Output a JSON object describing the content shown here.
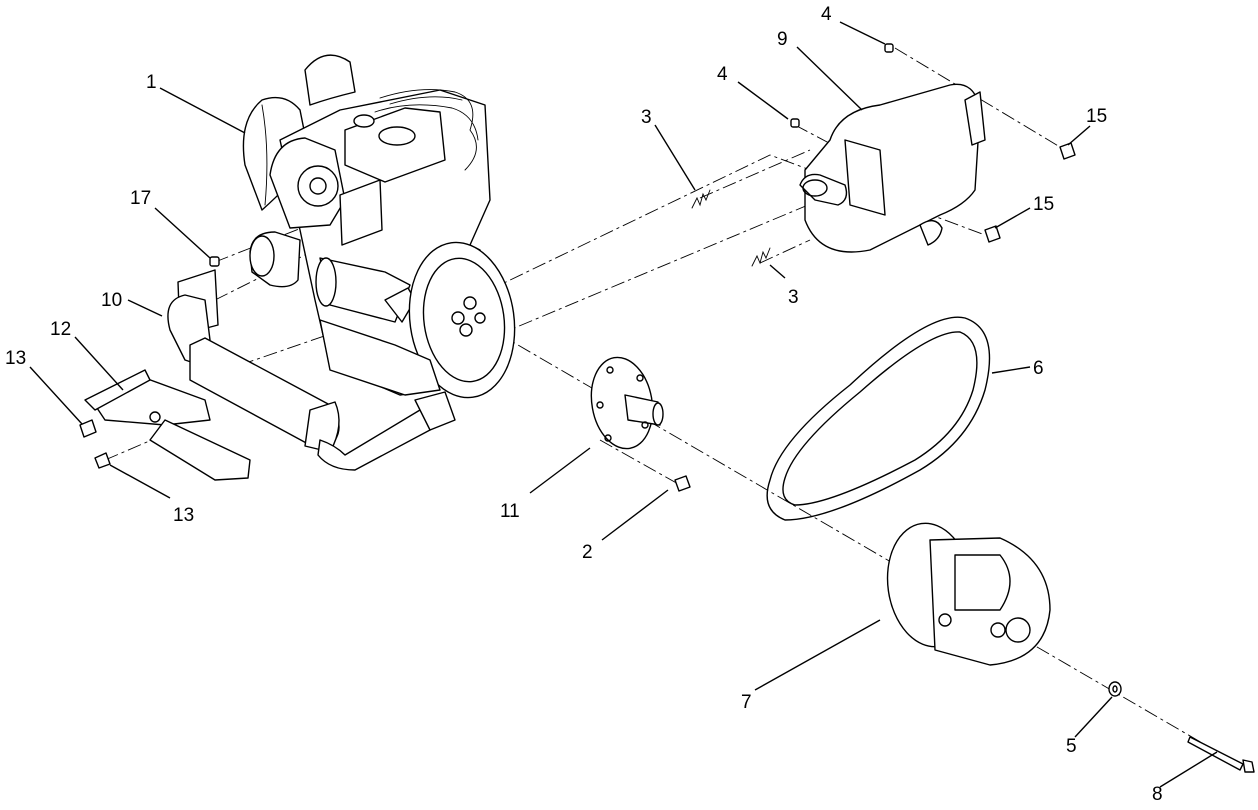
{
  "callouts": {
    "c1": "1",
    "c2": "2",
    "c3a": "3",
    "c3b": "3",
    "c4a": "4",
    "c4b": "4",
    "c5": "5",
    "c6": "6",
    "c7": "7",
    "c8": "8",
    "c9": "9",
    "c10": "10",
    "c11": "11",
    "c12": "12",
    "c13a": "13",
    "c13b": "13",
    "c15a": "15",
    "c15b": "15",
    "c17": "17"
  },
  "colors": {
    "line": "#000000",
    "background": "#ffffff"
  }
}
